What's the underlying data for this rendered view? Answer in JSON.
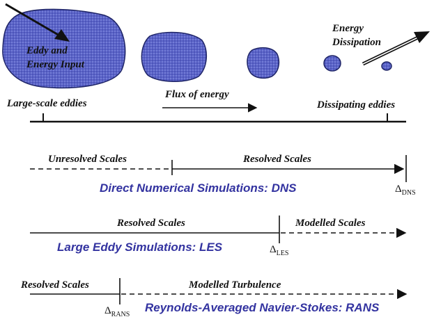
{
  "colors": {
    "eddy_fill": "#5a63c8",
    "eddy_stroke": "#1e2466",
    "line": "#111111",
    "blue_text": "#3333a0"
  },
  "top": {
    "eddy_input_line1": "Eddy and",
    "eddy_input_line2": "Energy Input",
    "energy_dissipation_line1": "Energy",
    "energy_dissipation_line2": "Dissipation",
    "large_scale": "Large-scale eddies",
    "flux": "Flux of energy",
    "dissipating": "Dissipating eddies"
  },
  "dns": {
    "unresolved": "Unresolved Scales",
    "resolved": "Resolved Scales",
    "title": "Direct Numerical Simulations: DNS",
    "delta": "Δ",
    "delta_sub": "DNS"
  },
  "les": {
    "resolved": "Resolved Scales",
    "modelled": "Modelled Scales",
    "title": "Large Eddy Simulations: LES",
    "delta": "Δ",
    "delta_sub": "LES"
  },
  "rans": {
    "resolved": "Resolved Scales",
    "modelled": "Modelled Turbulence",
    "title": "Reynolds-Averaged Navier-Stokes: RANS",
    "delta": "Δ",
    "delta_sub": "RANS"
  }
}
